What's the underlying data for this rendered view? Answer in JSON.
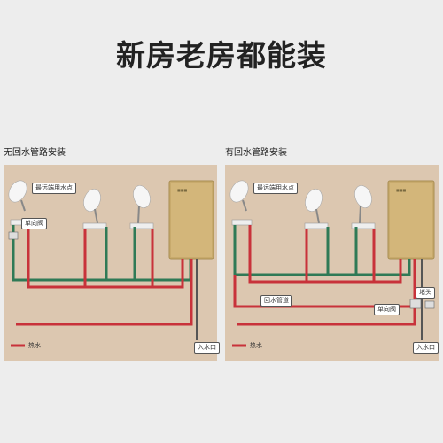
{
  "headline": "新房老房都能装",
  "panels": [
    {
      "title": "无回水管路安装",
      "tags": {
        "farthest": "最远端用水点",
        "check_valve": "单向阀",
        "inlet": "入水口",
        "hot_water": "热水"
      }
    },
    {
      "title": "有回水管路安装",
      "tags": {
        "farthest": "最远端用水点",
        "return_pipe": "回水管道",
        "check_valve": "单向阀",
        "plug": "堵头",
        "inlet": "入水口",
        "hot_water": "热水"
      }
    }
  ],
  "colors": {
    "hot": "#c8323a",
    "cold": "#2f7a56",
    "panel_bg": "#dcc7b0",
    "heater": "#c8aa6c"
  }
}
